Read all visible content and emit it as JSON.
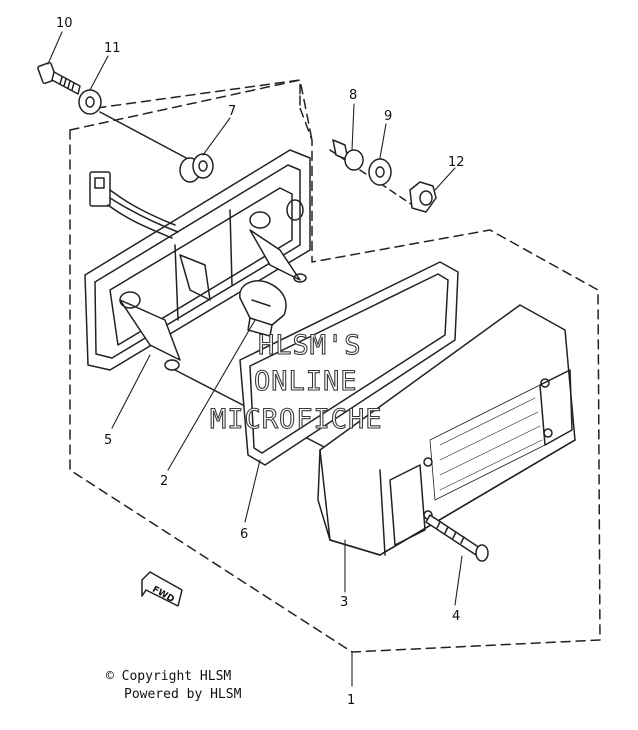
{
  "diagram": {
    "callouts": [
      {
        "id": "p1",
        "label": "1"
      },
      {
        "id": "p2",
        "label": "2"
      },
      {
        "id": "p3",
        "label": "3"
      },
      {
        "id": "p4",
        "label": "4"
      },
      {
        "id": "p5",
        "label": "5"
      },
      {
        "id": "p6",
        "label": "6"
      },
      {
        "id": "p7",
        "label": "7"
      },
      {
        "id": "p8",
        "label": "8"
      },
      {
        "id": "p9",
        "label": "9"
      },
      {
        "id": "p10",
        "label": "10"
      },
      {
        "id": "p11",
        "label": "11"
      },
      {
        "id": "p12",
        "label": "12"
      }
    ],
    "direction_label": "FWD"
  },
  "watermark": {
    "line1": "HLSM'S",
    "line2": "ONLINE",
    "line3": "MICROFICHE"
  },
  "footer": {
    "copyright": "© Copyright HLSM",
    "powered": "Powered by HLSM"
  }
}
